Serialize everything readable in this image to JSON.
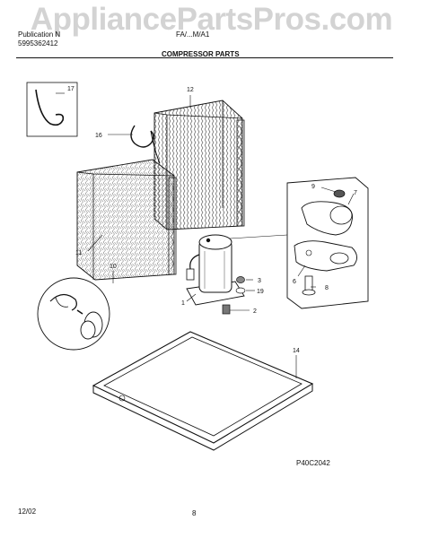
{
  "watermark": "AppliancePartsPros.com",
  "header": {
    "publication_label": "Publication N",
    "publication_number": "5995362412",
    "model": "FA/...M/A1",
    "section_title": "COMPRESSOR PARTS"
  },
  "callouts": [
    "17",
    "12",
    "16",
    "11",
    "10",
    "9",
    "7",
    "6",
    "8",
    "3",
    "19",
    "1",
    "2",
    "14"
  ],
  "diagram_code": "P40C2042",
  "footer": {
    "date": "12/02",
    "page": "8"
  }
}
